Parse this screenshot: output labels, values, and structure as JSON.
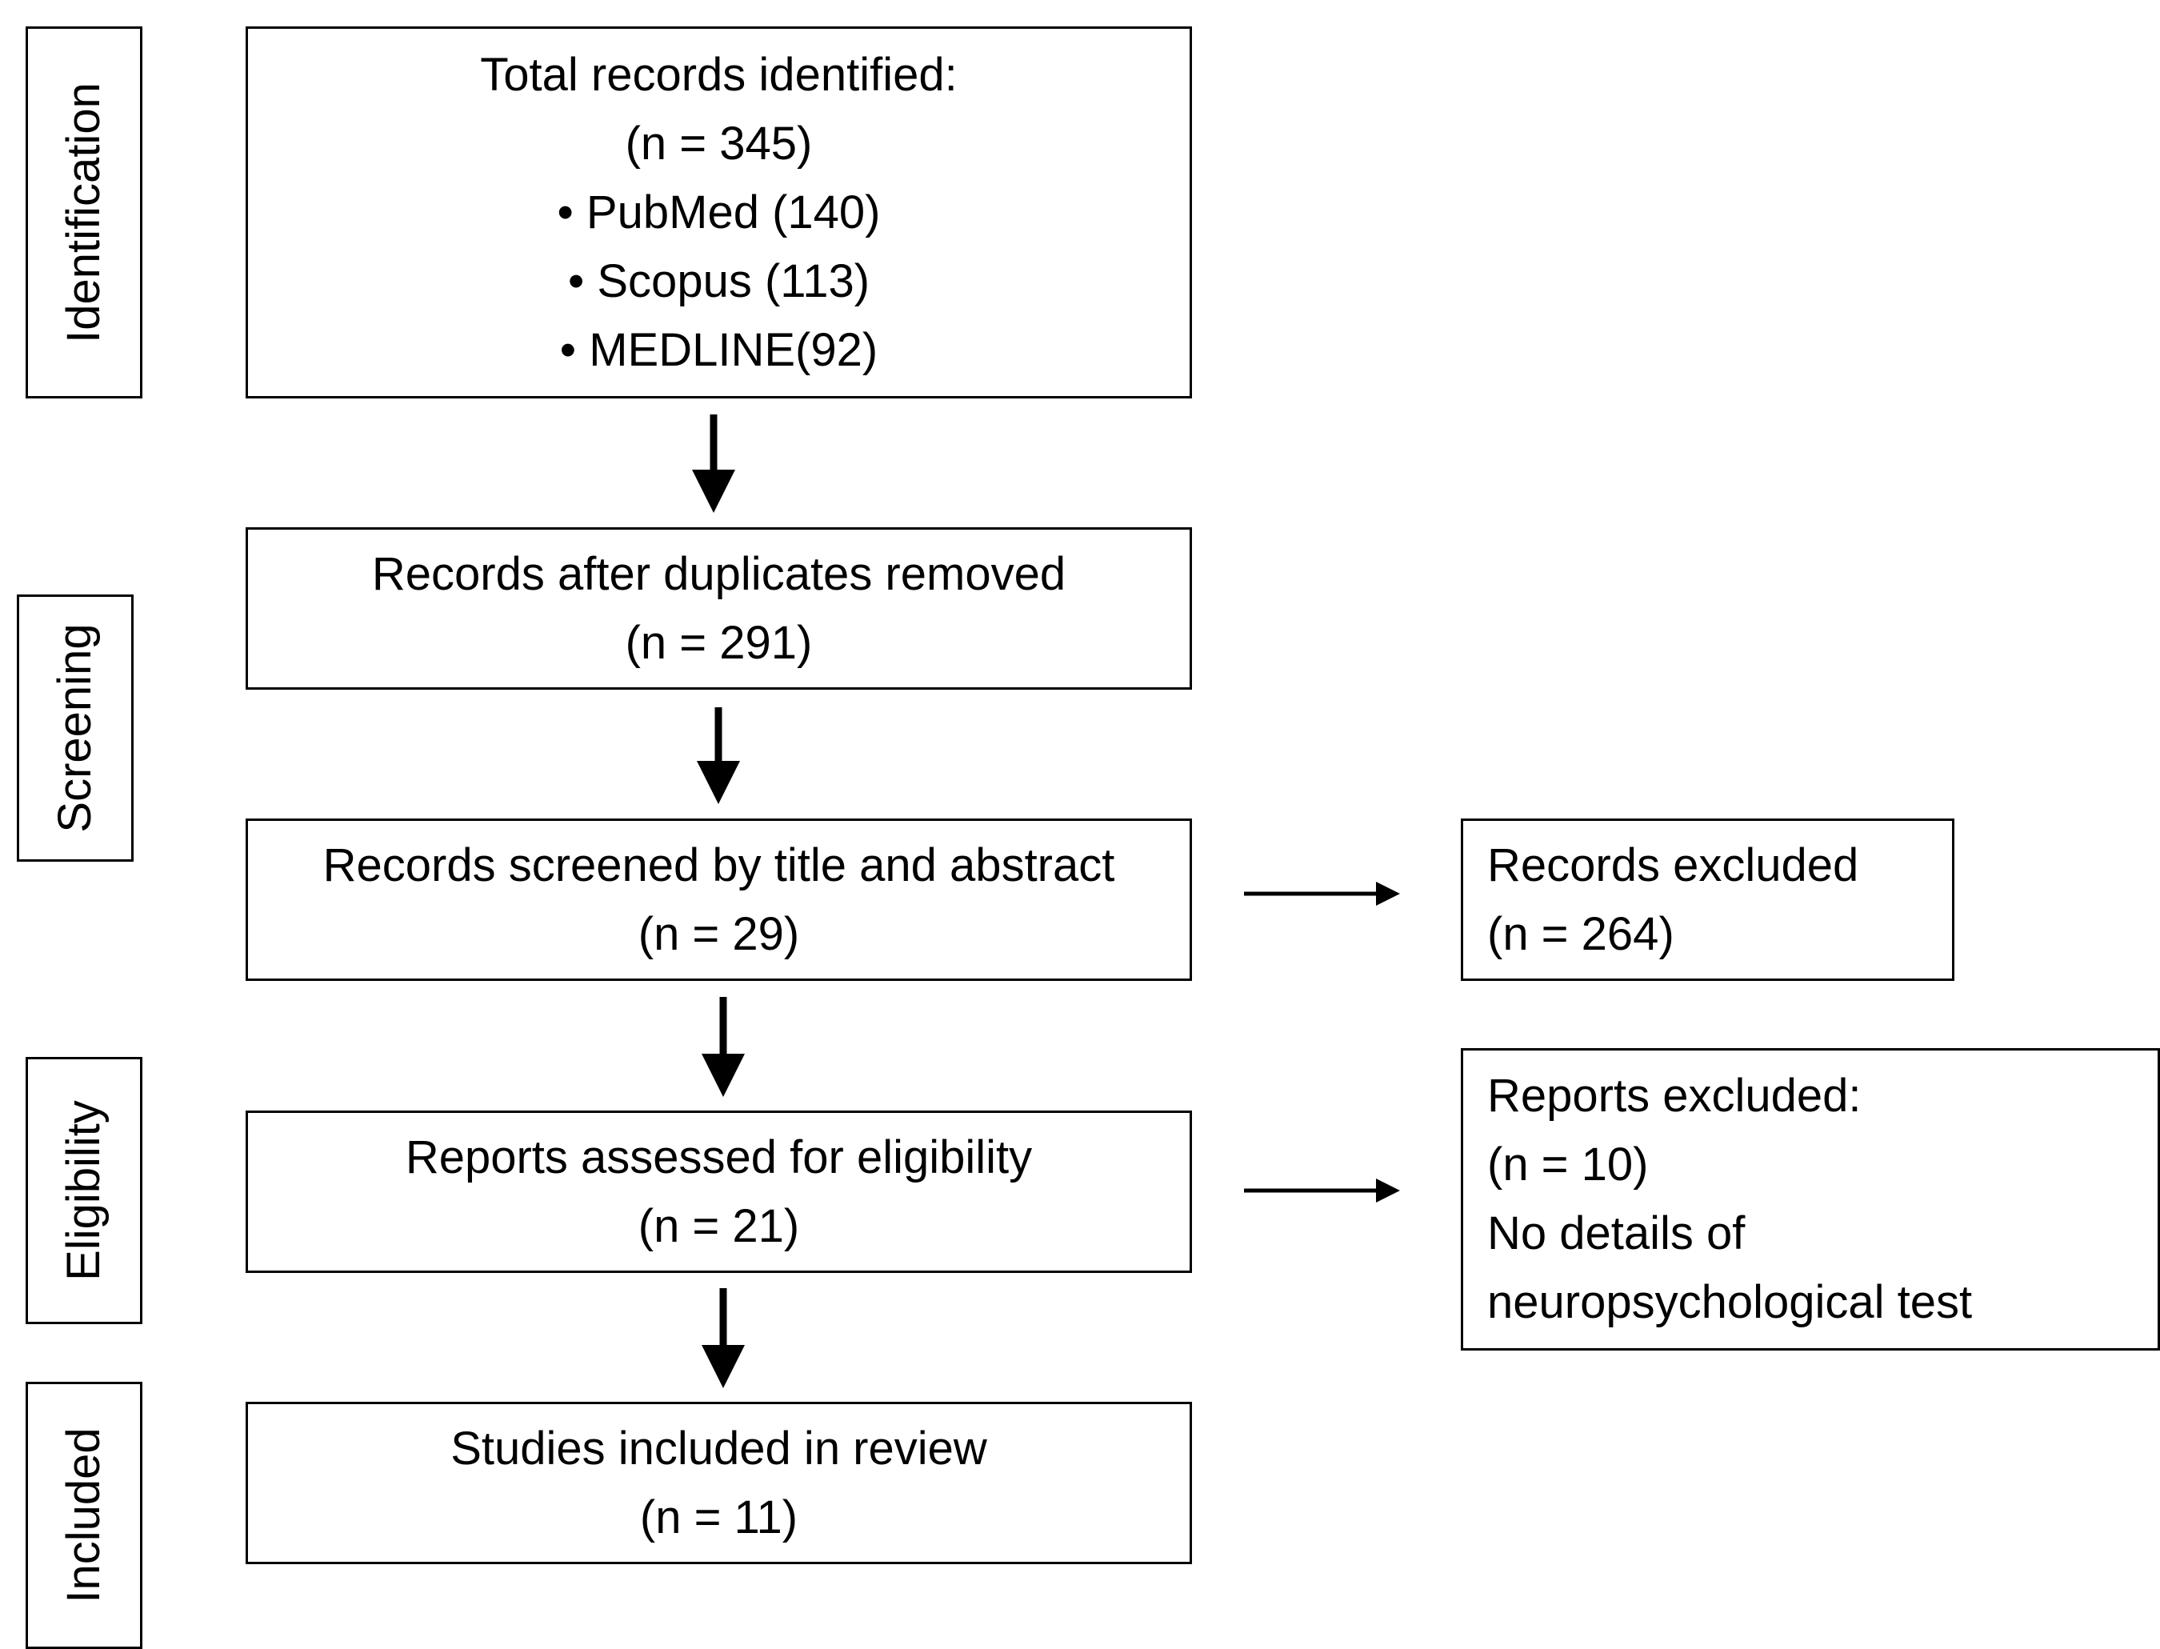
{
  "stages": {
    "identification": "Identification",
    "screening": "Screening",
    "eligibility": "Eligibility",
    "included": "Included"
  },
  "boxes": {
    "identified": {
      "title": "Total records identified:",
      "count": "(n = 345)",
      "sources": [
        "• PubMed (140)",
        "• Scopus (113)",
        "• MEDLINE(92)"
      ]
    },
    "deduplicated": {
      "title": "Records after duplicates removed",
      "count": "(n = 291)"
    },
    "screened": {
      "title": "Records screened by title and abstract",
      "count": "(n = 29)"
    },
    "records_excluded": {
      "title": "Records excluded",
      "count": "(n = 264)"
    },
    "assessed": {
      "title": "Reports assessed for eligibility",
      "count": "(n = 21)"
    },
    "reports_excluded": {
      "title": "Reports excluded:",
      "count": "(n = 10)",
      "reason_line1": "No details of",
      "reason_line2": "neuropsychological test"
    },
    "included": {
      "title": "Studies included in review",
      "count": "(n = 11)"
    }
  }
}
